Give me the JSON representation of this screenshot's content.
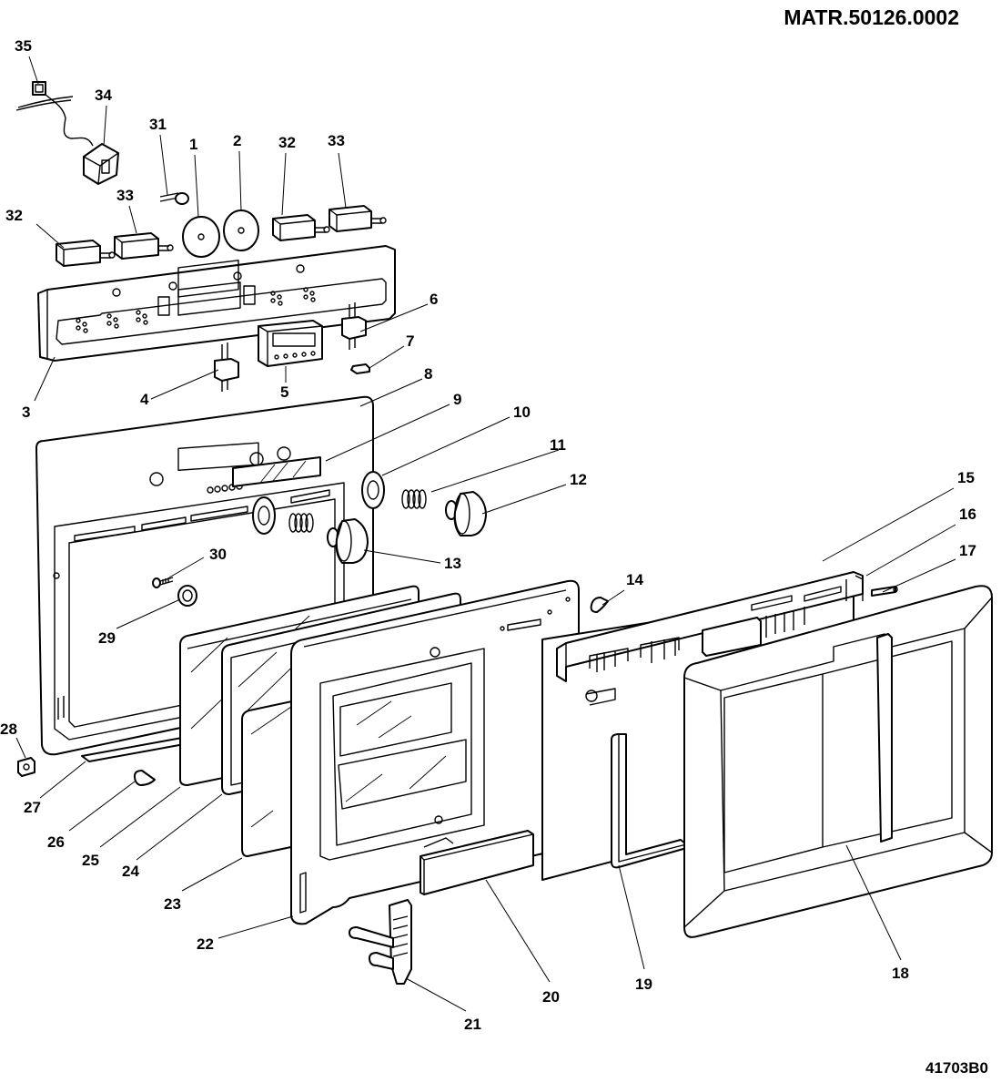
{
  "header": {
    "document_code": "MATR.50126.0002"
  },
  "footer": {
    "figure_code": "41703B0"
  },
  "callouts": [
    "1",
    "2",
    "3",
    "4",
    "5",
    "6",
    "7",
    "8",
    "9",
    "10",
    "11",
    "12",
    "13",
    "14",
    "15",
    "16",
    "17",
    "18",
    "19",
    "20",
    "21",
    "22",
    "23",
    "24",
    "25",
    "26",
    "27",
    "28",
    "29",
    "30",
    "31",
    "32",
    "32",
    "33",
    "33",
    "34",
    "35"
  ],
  "colors": {
    "ink": "#000000",
    "paper": "#ffffff"
  }
}
